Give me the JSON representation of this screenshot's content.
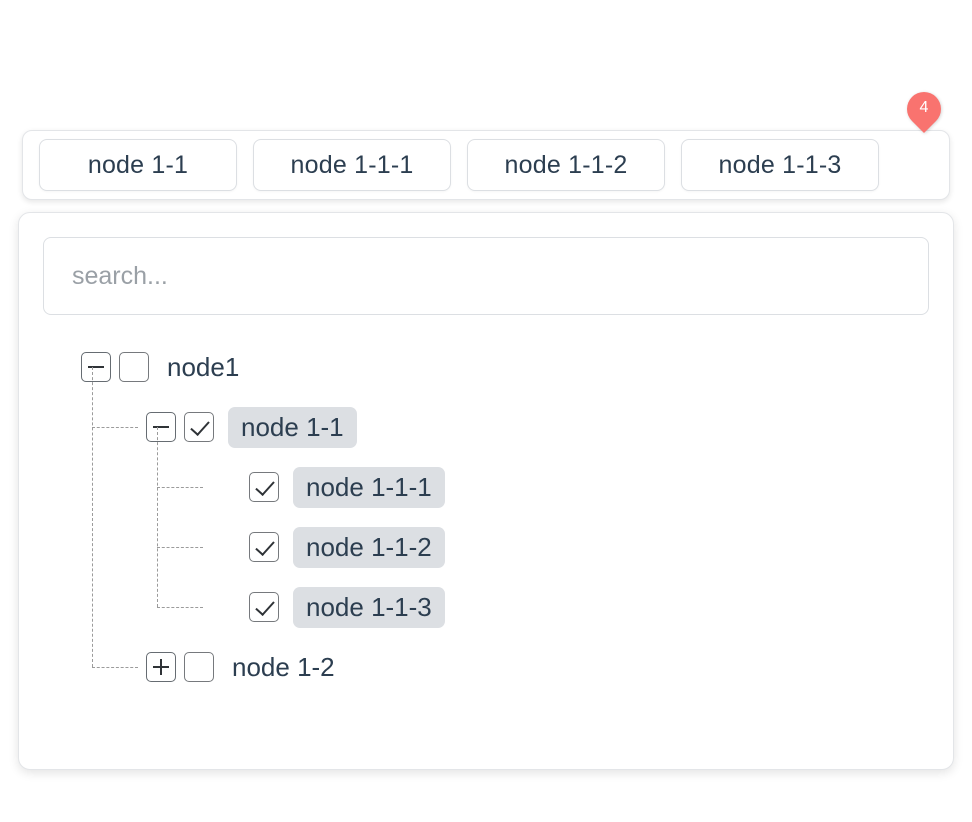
{
  "tags_bar": {
    "name": "selected-tags",
    "badge_count": "4",
    "badge_color": "#f9736f",
    "tags": [
      {
        "label": "node 1-1"
      },
      {
        "label": "node 1-1-1"
      },
      {
        "label": "node 1-1-2"
      },
      {
        "label": "node 1-1-3"
      }
    ]
  },
  "search": {
    "placeholder": "search...",
    "value": ""
  },
  "tree": {
    "selected_label_bg": "#dcdfe3",
    "nodes": [
      {
        "label": "node1",
        "toggle": "minus",
        "checked": false,
        "selected": false,
        "children": [
          {
            "label": "node 1-1",
            "toggle": "minus",
            "checked": true,
            "selected": true,
            "children": [
              {
                "label": "node 1-1-1",
                "toggle": "none",
                "checked": true,
                "selected": true
              },
              {
                "label": "node 1-1-2",
                "toggle": "none",
                "checked": true,
                "selected": true
              },
              {
                "label": "node 1-1-3",
                "toggle": "none",
                "checked": true,
                "selected": true
              }
            ]
          },
          {
            "label": "node 1-2",
            "toggle": "plus",
            "checked": false,
            "selected": false,
            "children": []
          }
        ]
      }
    ]
  }
}
